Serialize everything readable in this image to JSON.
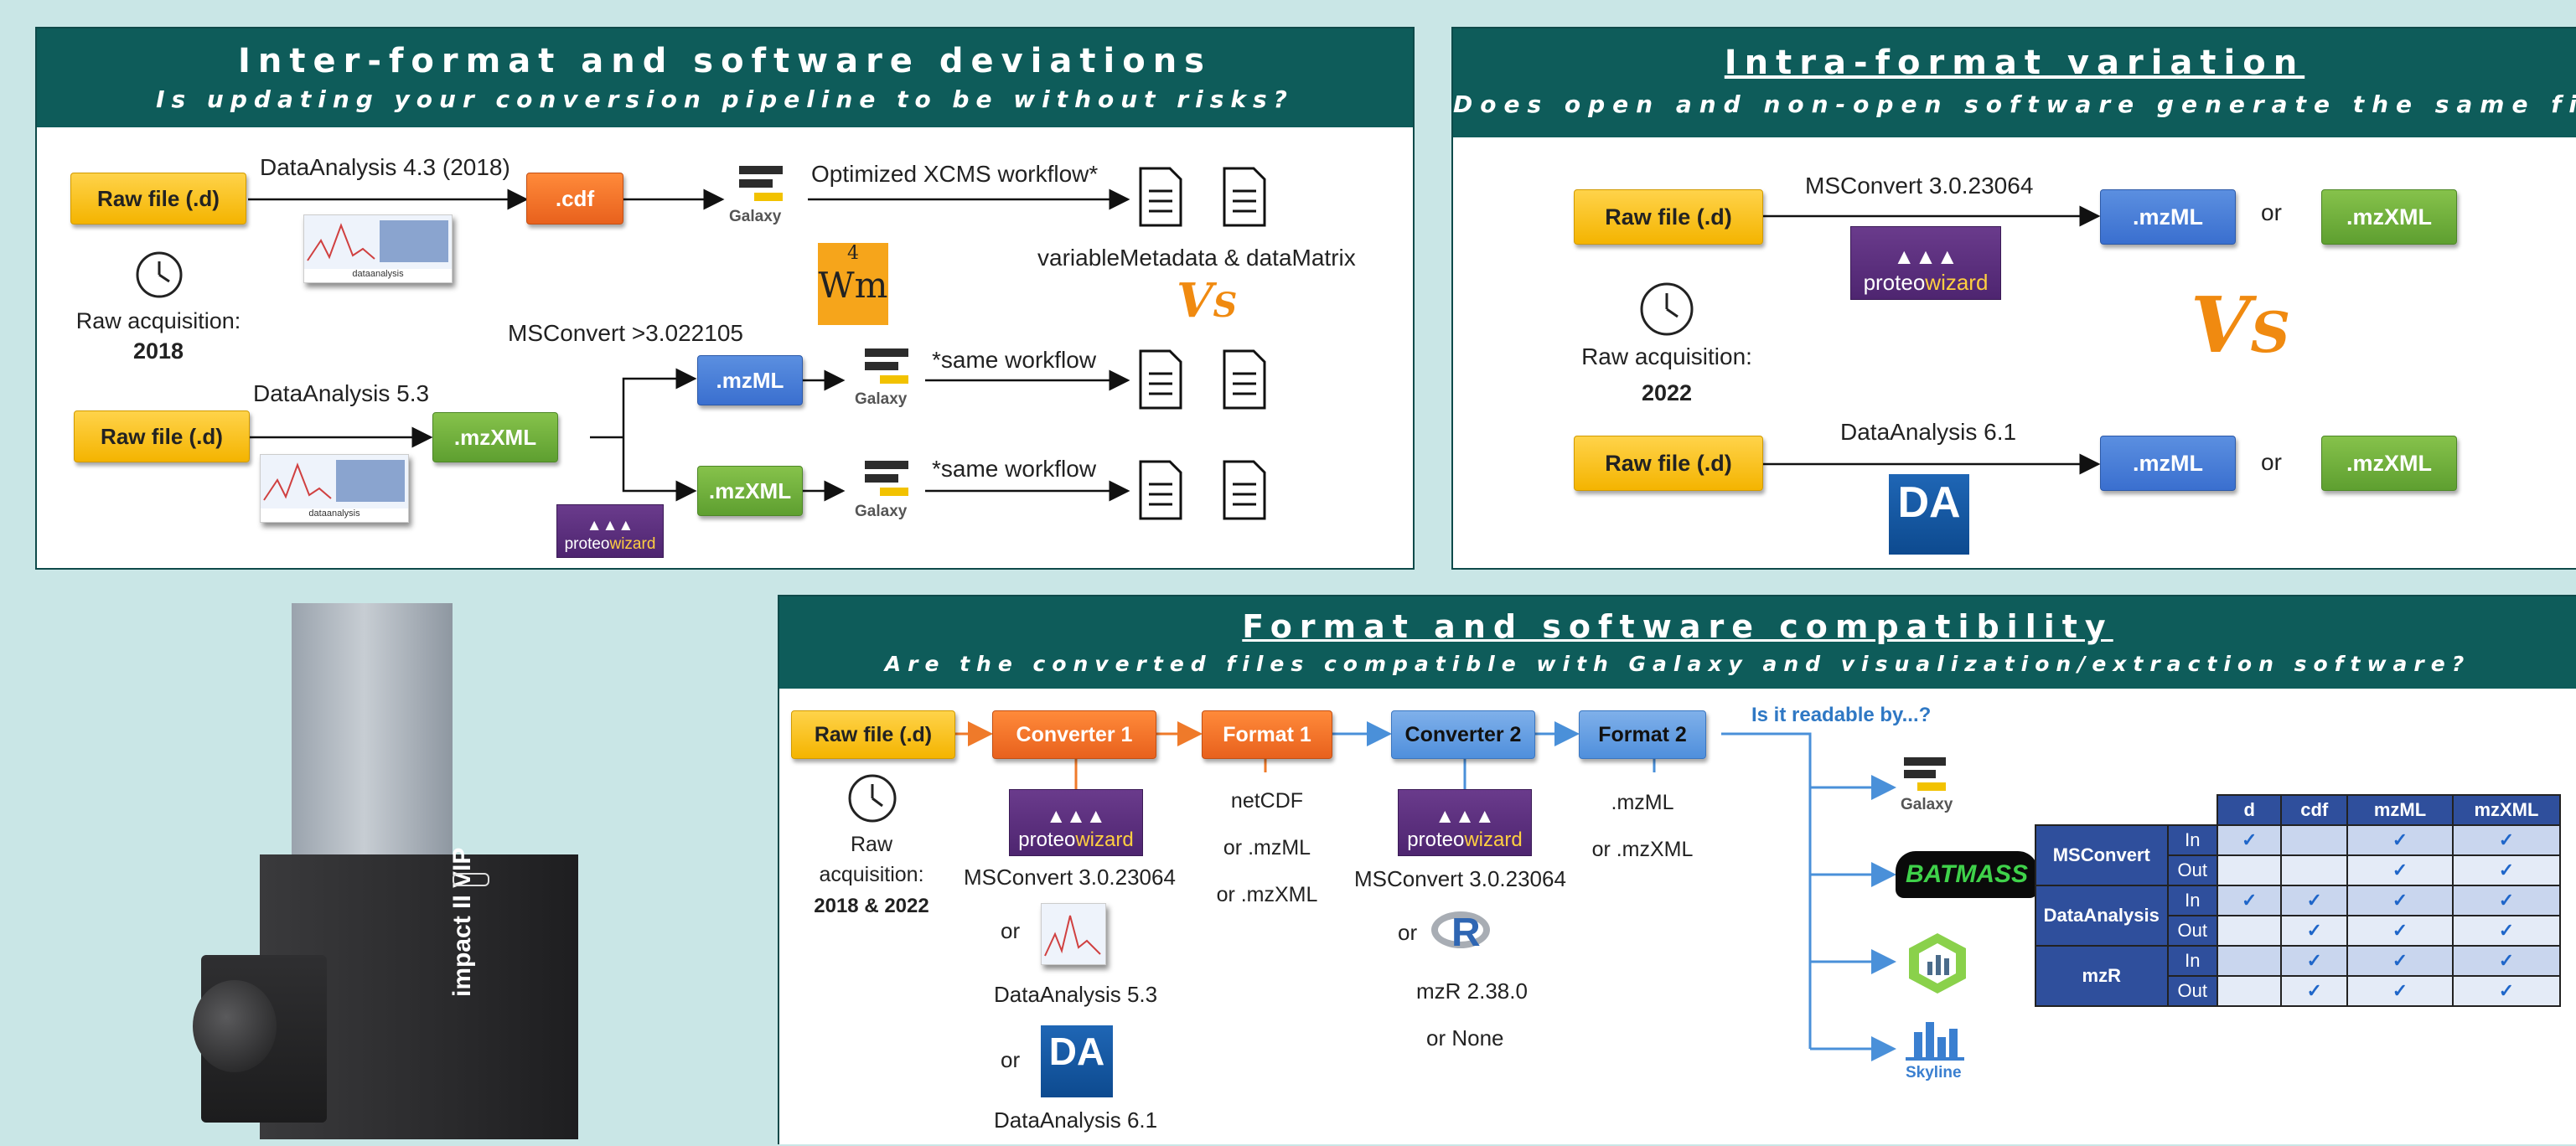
{
  "panel1": {
    "title": "Inter-format and software deviations",
    "subtitle": "Is updating your conversion pipeline to be without risks?",
    "raw_label_1": "Raw file (.d)",
    "raw_label_2": "Raw file (.d)",
    "da43": "DataAnalysis 4.3 (2018)",
    "cdf": ".cdf",
    "xcms": "Optimized XCMS workflow*",
    "galaxy": "Galaxy",
    "raw_acq": "Raw acquisition:",
    "raw_year": "2018",
    "varmeta": "variableMetadata & dataMatrix",
    "wm_num": "4",
    "wm_text": "Wm",
    "msconvert": "MSConvert >3.022105",
    "da53": "DataAnalysis 5.3",
    "mzxml": ".mzXML",
    "mzml": ".mzML",
    "same1": "*same workflow",
    "same2": "*same workflow",
    "da_brand": "dataanalysis",
    "proteo_a": "proteo",
    "proteo_b": "wizard"
  },
  "panel2": {
    "title": "Intra-format variation",
    "subtitle": "Does open and non-open software generate the same files?",
    "raw1": "Raw file (.d)",
    "raw2": "Raw file (.d)",
    "msconvert": "MSConvert 3.0.23064",
    "da61": "DataAnalysis 6.1",
    "mzml": ".mzML",
    "mzxml": ".mzXML",
    "or": "or",
    "raw_acq": "Raw acquisition:",
    "raw_year": "2022",
    "da_logo": "DA"
  },
  "panel3": {
    "title": "Format and software compatibility",
    "subtitle": "Are the converted files compatible with Galaxy and visualization/extraction software?",
    "raw": "Raw file (.d)",
    "conv1": "Converter 1",
    "fmt1": "Format 1",
    "conv2": "Converter 2",
    "fmt2": "Format 2",
    "readable": "Is it readable by...?",
    "raw_acq_1": "Raw",
    "raw_acq_2": "acquisition:",
    "raw_acq_3": "2018 & 2022",
    "msconvert_a": "MSConvert 3.0.23064",
    "or_a": "or",
    "da53": "DataAnalysis 5.3",
    "or_b": "or",
    "da61": "DataAnalysis 6.1",
    "fmt1_list": [
      "netCDF",
      "or .mzML",
      "or .mzXML"
    ],
    "msconvert_b": "MSConvert 3.0.23064",
    "or_c": "or",
    "mzr": "mzR 2.38.0",
    "or_none": "or None",
    "fmt2_list": [
      ".mzML",
      "or .mzXML"
    ],
    "tools": [
      "Galaxy",
      "BATMASS",
      "Skyline"
    ],
    "da_logo": "DA",
    "r_logo": "R"
  },
  "instrument": {
    "label": "impact II VIP"
  },
  "table": {
    "cols": [
      "",
      "",
      "d",
      "cdf",
      "mzML",
      "mzXML"
    ],
    "rows": [
      {
        "sw": "MSConvert",
        "io": "In",
        "cells": [
          "✓",
          "",
          "✓",
          "✓"
        ]
      },
      {
        "sw": "",
        "io": "Out",
        "cells": [
          "",
          "",
          "✓",
          "✓"
        ]
      },
      {
        "sw": "DataAnalysis",
        "io": "In",
        "cells": [
          "✓",
          "✓",
          "✓",
          "✓"
        ]
      },
      {
        "sw": "",
        "io": "Out",
        "cells": [
          "",
          "✓",
          "✓",
          "✓"
        ]
      },
      {
        "sw": "mzR",
        "io": "In",
        "cells": [
          "",
          "✓",
          "✓",
          "✓"
        ]
      },
      {
        "sw": "",
        "io": "Out",
        "cells": [
          "",
          "✓",
          "✓",
          "✓"
        ]
      }
    ]
  }
}
